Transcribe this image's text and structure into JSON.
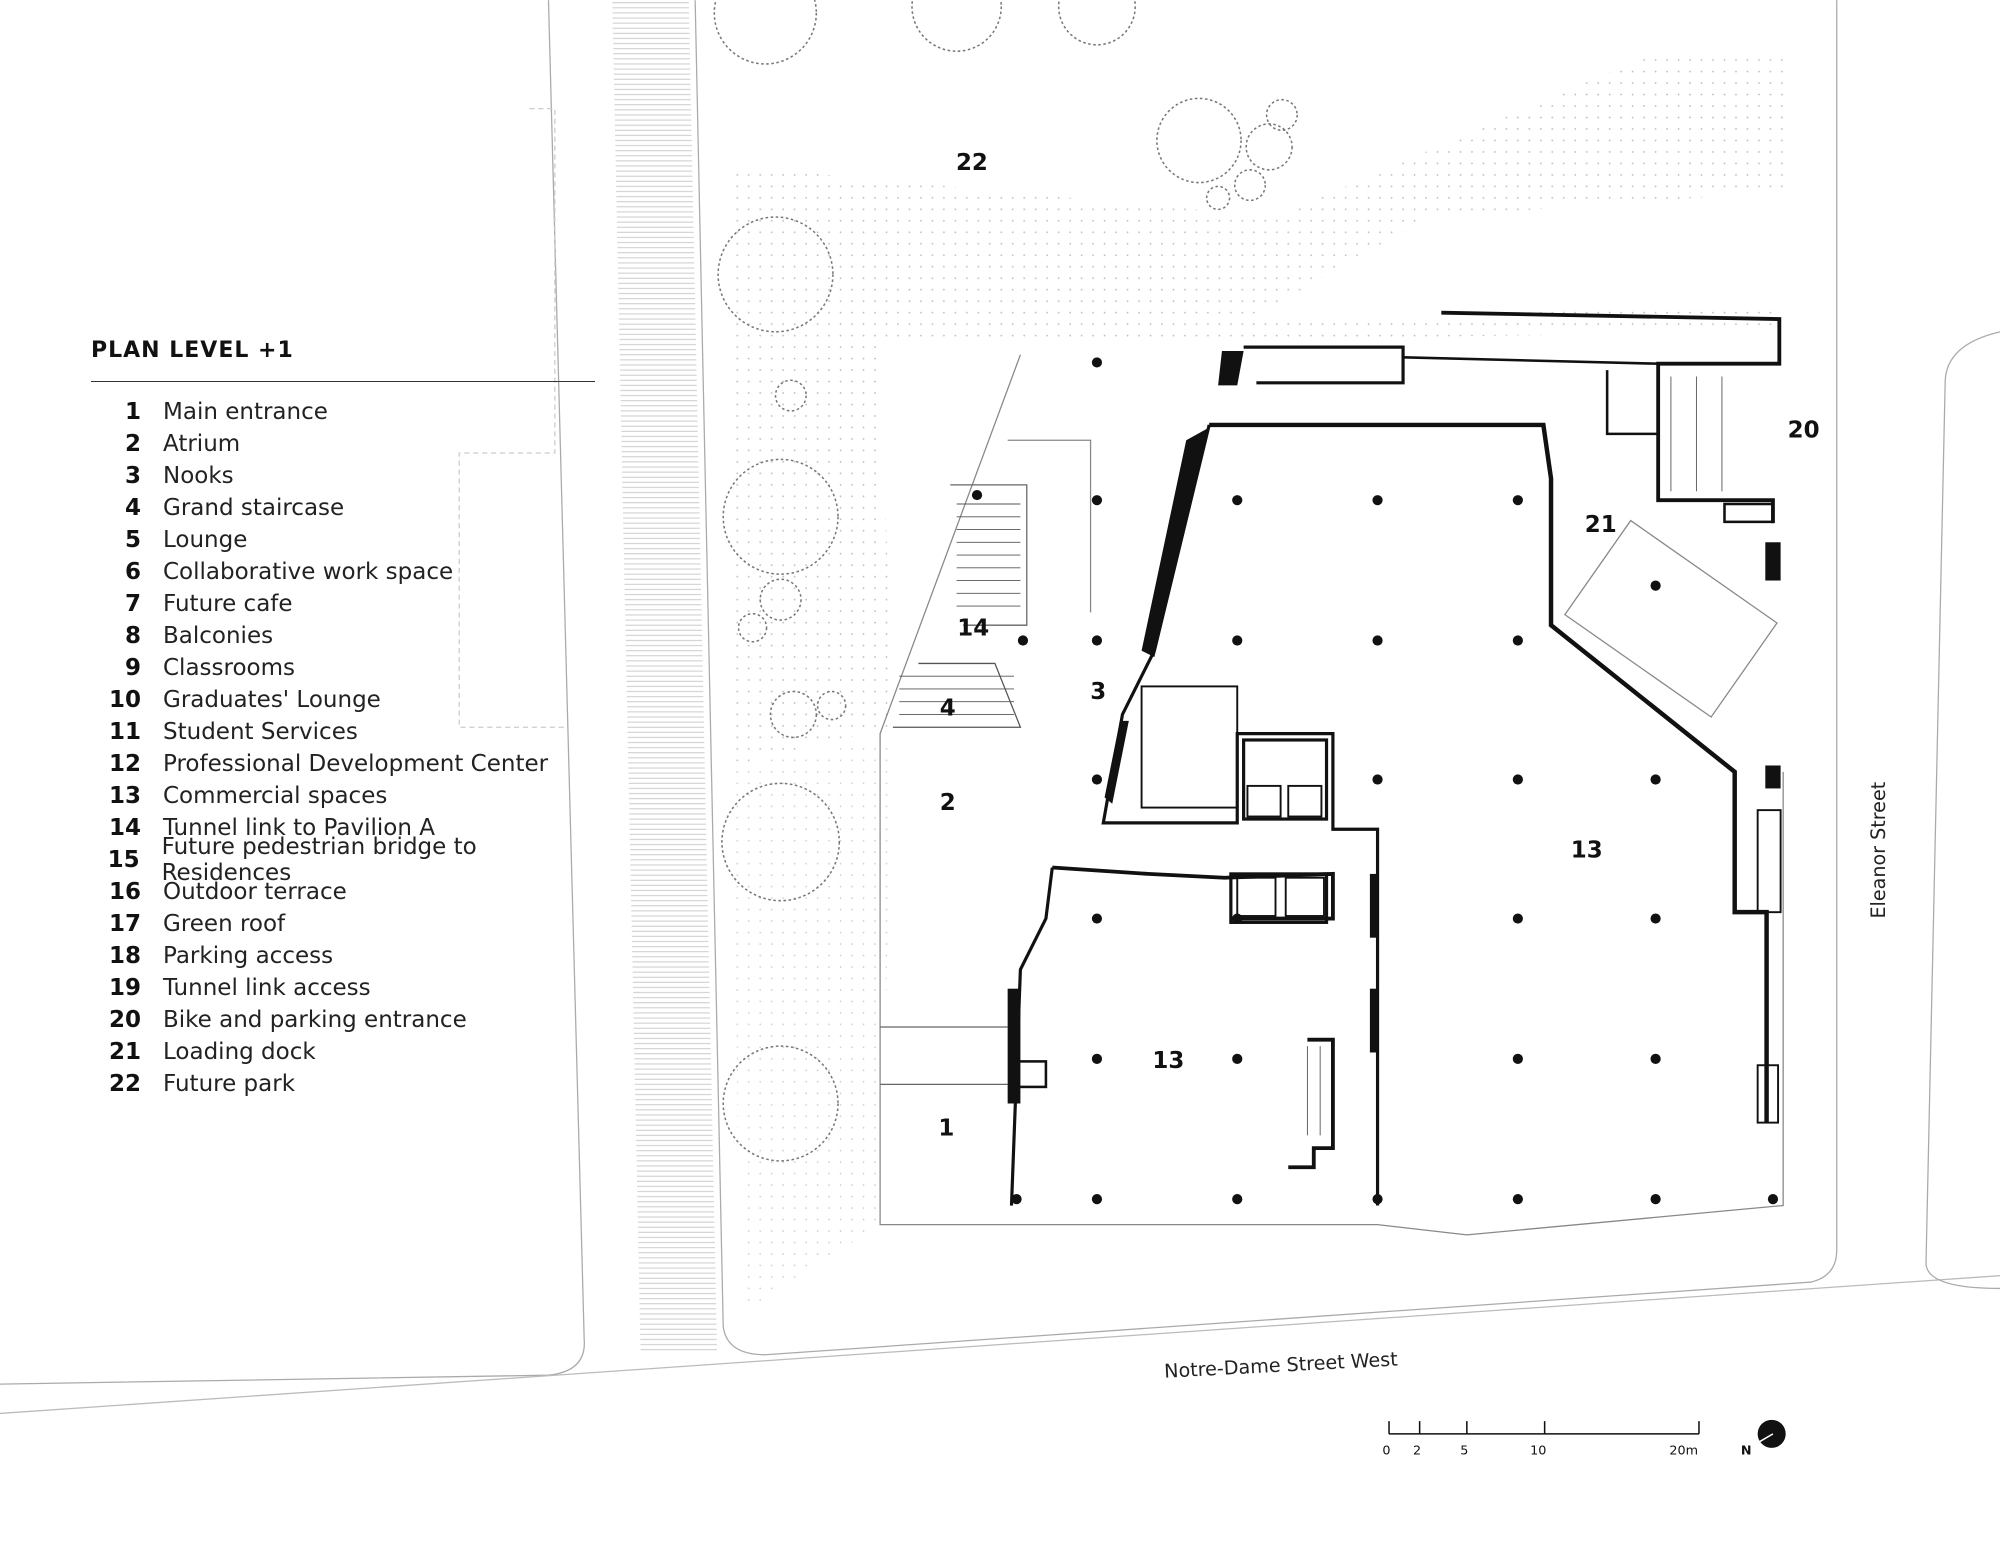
{
  "title": "PLAN LEVEL  +1",
  "legend": [
    {
      "num": "1",
      "label": "Main entrance"
    },
    {
      "num": "2",
      "label": "Atrium"
    },
    {
      "num": "3",
      "label": "Nooks"
    },
    {
      "num": "4",
      "label": "Grand staircase"
    },
    {
      "num": "5",
      "label": "Lounge"
    },
    {
      "num": "6",
      "label": "Collaborative work space"
    },
    {
      "num": "7",
      "label": "Future cafe"
    },
    {
      "num": "8",
      "label": "Balconies"
    },
    {
      "num": "9",
      "label": "Classrooms"
    },
    {
      "num": "10",
      "label": "Graduates' Lounge"
    },
    {
      "num": "11",
      "label": "Student Services"
    },
    {
      "num": "12",
      "label": "Professional Development Center"
    },
    {
      "num": "13",
      "label": "Commercial spaces"
    },
    {
      "num": "14",
      "label": "Tunnel link to Pavilion A"
    },
    {
      "num": "15",
      "label": "Future pedestrian bridge to Residences"
    },
    {
      "num": "16",
      "label": "Outdoor terrace"
    },
    {
      "num": "17",
      "label": "Green roof"
    },
    {
      "num": "18",
      "label": "Parking access"
    },
    {
      "num": "19",
      "label": "Tunnel link access"
    },
    {
      "num": "20",
      "label": "Bike and parking entrance"
    },
    {
      "num": "21",
      "label": "Loading dock"
    },
    {
      "num": "22",
      "label": "Future park"
    }
  ],
  "plan_labels": {
    "r22": "22",
    "r20": "20",
    "r21": "21",
    "r14": "14",
    "r3": "3",
    "r4": "4",
    "r2": "2",
    "r13a": "13",
    "r13b": "13",
    "r1": "1"
  },
  "streets": {
    "south": "Notre-Dame Street West",
    "east": "Eleanor Street"
  },
  "scale_bar": {
    "ticks": [
      "0",
      "2",
      "5",
      "10",
      "20m"
    ]
  },
  "north_label": "N"
}
